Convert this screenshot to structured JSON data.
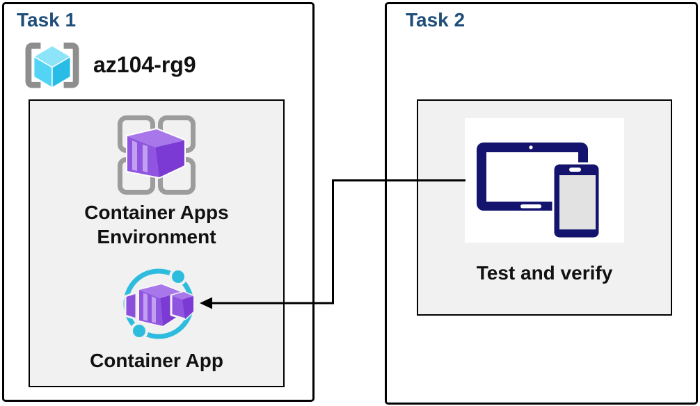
{
  "diagram": {
    "task1": {
      "title": "Task 1",
      "resource_group": {
        "name": "az104-rg9",
        "icon": "resource-group-icon"
      },
      "environment_label": "Container Apps Environment",
      "app_label": "Container App"
    },
    "task2": {
      "title": "Task 2",
      "verify_label": "Test and verify",
      "icon": "tablet-and-phone-devices-icon"
    },
    "connector": {
      "from": "Test and verify",
      "to": "Container App",
      "style": "elbow-arrow"
    }
  },
  "colors": {
    "title_blue": "#1F4E79",
    "text_black": "#111111",
    "panel_bg": "#F1F1F1",
    "border": "#000000",
    "cyan": "#2EBCDE",
    "bracket_gray": "#8E8E8E",
    "square_gray": "#9C9C9C",
    "cube_top": "#8DE4F8",
    "cube_left": "#54D4F4",
    "cube_right": "#28BCE6",
    "purple_top": "#A878EA",
    "purple_front": "#9055E0",
    "purple_stripe": "#C1A0F2",
    "purple_dark": "#7B3AD4",
    "purple_mid": "#8A4FDC",
    "device_navy": "#14146E",
    "phone_screen": "#E2E2E2"
  }
}
